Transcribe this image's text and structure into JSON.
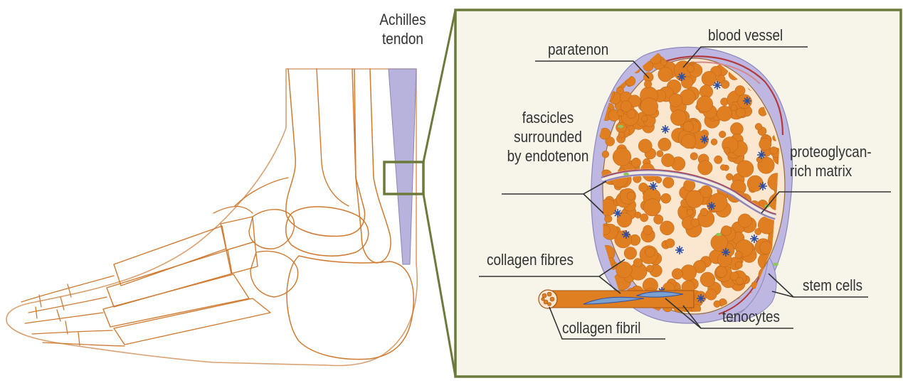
{
  "colors": {
    "bone_outline": "#d07a30",
    "tendon_fill": "#b8b3dc",
    "panel_frame": "#6b7a3a",
    "panel_bg": "#f7f4ea",
    "fibre_fill": "#e07e22",
    "cell_blue": "#2e4fa0",
    "vessel_red": "#b43a3a",
    "green_cell": "#8fc55a",
    "label_text": "#333333"
  },
  "labels": {
    "achilles_line1": "Achilles",
    "achilles_line2": "tendon",
    "paratenon": "paratenon",
    "blood_vessel": "blood vessel",
    "fascicles_line1": "fascicles",
    "fascicles_line2": "surrounded",
    "fascicles_line3": "by endotenon",
    "proteoglycan_line1": "proteoglycan-",
    "proteoglycan_line2": "rich matrix",
    "collagen_fibres": "collagen fibres",
    "stem_cells": "stem cells",
    "tenocytes": "tenocytes",
    "collagen_fibril": "collagen fibril"
  }
}
